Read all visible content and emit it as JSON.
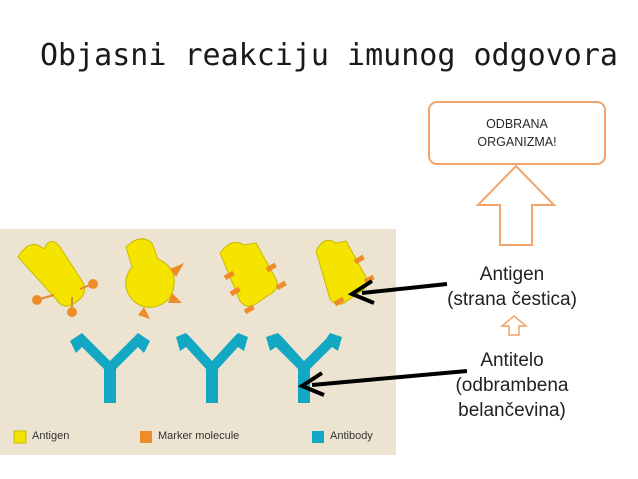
{
  "title": "Objasni reakciju imunog odgovora",
  "outcome_box": {
    "text": "ODBRANA\nORGANIZMA!"
  },
  "labels": {
    "antigen": "Antigen\n(strana čestica)",
    "antibody": "Antitelo\n(odbrambena\nbelančevina)"
  },
  "legend": [
    {
      "label": "Antigen",
      "color": "#f5e400"
    },
    {
      "label": "Marker molecule",
      "color": "#ef8c2a"
    },
    {
      "label": "Antibody",
      "color": "#12a8c4"
    }
  ],
  "colors": {
    "antigen": "#f5e400",
    "marker": "#ef8c2a",
    "antibody": "#12a8c4",
    "box_border": "#f2a36b",
    "arrow_outline": "#f2a36b",
    "background_panel": "#ece4d0"
  }
}
